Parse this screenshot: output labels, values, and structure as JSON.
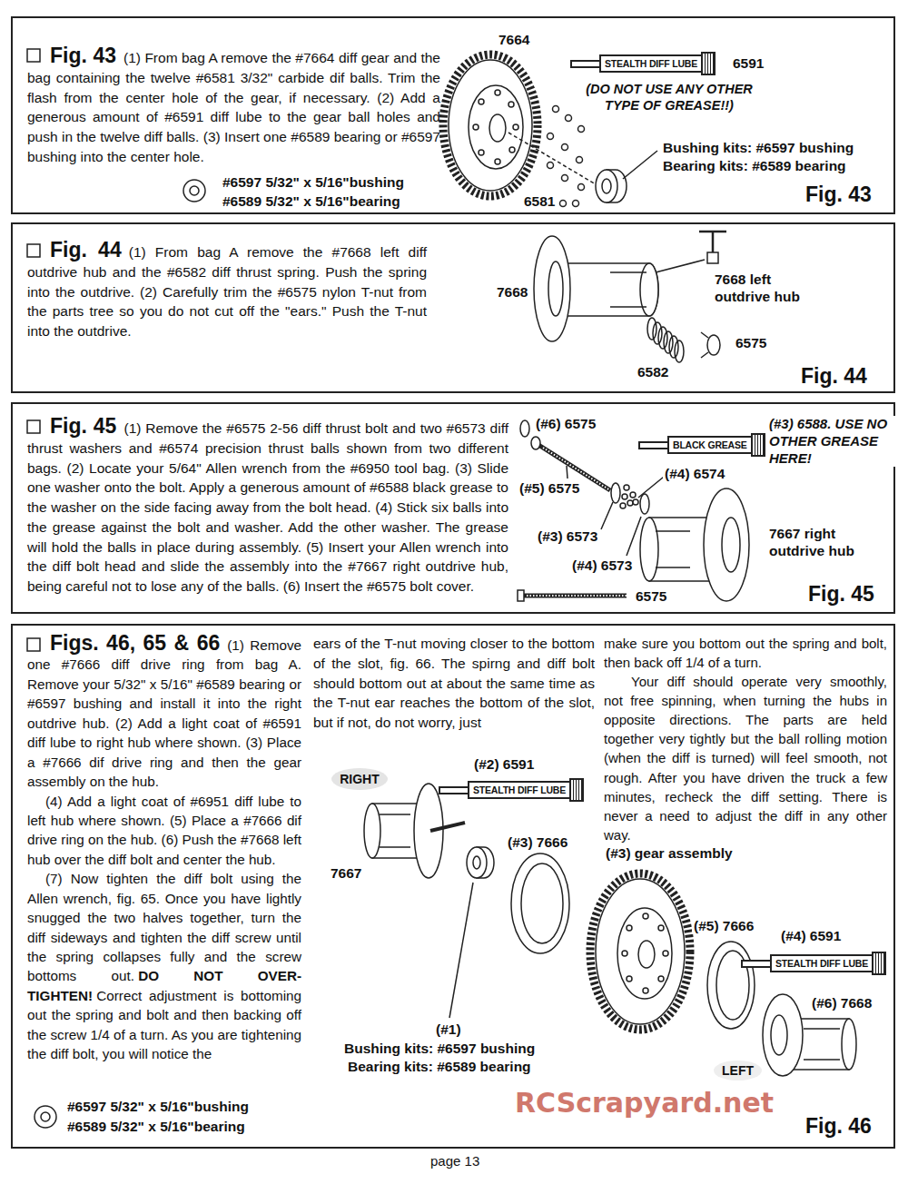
{
  "diagram": {
    "nodes": [
      {
        "text": [
          "Fig. 43",
          "(1) From bag A remove the #7664 diff gear and the bag containing the twelve #6581 3/32\" carbide dif balls. Trim the flash from the center hole of the gear, if necessary. (2) Add a generous amount of #6591 diff lube to the gear ball holes and push in the twelve diff balls. (3) Insert one #6589 bearing or #6597 bushing into the center hole."
        ]
      },
      {
        "text": [
          "STEALTH DIFF LUBE"
        ],
        "in": 0
      },
      {
        "text": [
          "Fig. 44",
          "(1) From bag A remove the #7668 left diff outdrive hub and the #6582 diff thrust spring. Push the spring into the outdrive. (2) Carefully trim the #6575 nylon T-nut from the parts tree so you do not cut off the \"ears.\" Push the T-nut into the outdrive."
        ]
      },
      {
        "text": [
          "Fig. 45",
          "(1) Remove the #6575 2-56 diff thrust bolt and two #6573 diff thrust washers and #6574 precision thrust balls shown from two different bags. (2) Locate your 5/64\" Allen wrench from the #6950 tool bag. (3) Slide one washer onto the bolt. Apply a generous amount of #6588 black grease to the washer on the side facing away from the bolt head. (4) Stick six balls into the grease against the bolt and washer. Add the other washer. The grease will hold the balls in place during assembly. (5) Insert your Allen wrench into the diff bolt head and slide the assembly into the #7667 right outdrive hub, being careful not to lose any of the balls. (6) Insert the #6575 bolt cover."
        ]
      },
      {
        "text": [
          "BLACK GREASE"
        ],
        "in": 3
      },
      {
        "text": [
          "Figs. 46, 65 & 66",
          "(1) Remove one #7666 diff drive ring from bag A. Remove your 5/32\" x 5/16\" #6589 bearing or #6597 bushing and install it into the right outdrive hub. (2) Add a light coat of #6591 diff lube to right hub where shown. (3) Place a #7666 dif drive ring and then the gear assembly on the hub.",
          "(4) Add a light coat of #6951 diff lube to left hub where shown. (5) Place a #7666 dif drive ring on the hub. (6) Push the #7668 left hub over the diff bolt and center the hub.",
          "(7) Now tighten the diff bolt using the Allen wrench, fig. 65. Once you have lightly snugged the two halves together, turn the diff sideways and tighten the diff screw until the spring collapses fully and the screw bottoms out.",
          "DO NOT OVER-TIGHTEN!",
          "Correct adjustment is bottoming out the spring and bolt and then backing off the screw 1/4 of a turn. As you are tightening the diff bolt, you will notice the",
          "ears of the T-nut moving closer to the bottom of the slot, fig. 66. The spirng and diff bolt should bottom out at about the same time as the T-nut ear reaches the bottom of the slot, but if not, do not worry, just",
          "make sure you bottom out the spring and bolt, then back off 1/4 of a turn.",
          "Your diff should operate very smoothly, not free spinning, when turning the hubs in opposite directions. The parts are held together very tightly but the ball rolling motion (when the diff is turned) will feel smooth, not rough. After you have driven the truck a few minutes, recheck the diff setting. There is never a need to adjust the diff in any other way."
        ]
      },
      {
        "text": [
          "RIGHT"
        ],
        "in": 5
      },
      {
        "text": [
          "STEALTH DIFF LUBE"
        ],
        "in": 5
      },
      {
        "text": [
          "STEALTH DIFF LUBE"
        ],
        "in": 5
      },
      {
        "text": [
          "LEFT"
        ],
        "in": 5
      }
    ],
    "labels": [
      "7664",
      "6591",
      "(DO NOT USE ANY OTHER TYPE OF GREASE!!)",
      "Bushing kits: #6597 bushing",
      "Bearing kits: #6589 bearing",
      "6581",
      "#6597 5/32\" x 5/16\"bushing",
      "#6589 5/32\" x 5/16\"bearing",
      "Fig. 43",
      "7668",
      "7668 left outdrive hub",
      "6575",
      "6582",
      "Fig. 44",
      "(#6) 6575",
      "(#3) 6588. USE NO OTHER GREASE HERE!",
      "(#4) 6574",
      "(#5) 6575",
      "(#3) 6573",
      "7667 right outdrive hub",
      "(#4) 6573",
      "6575",
      "Fig. 45",
      "(#2) 6591",
      "7667",
      "(#3) 7666",
      "(#3) gear assembly",
      "(#5) 7666",
      "(#4) 6591",
      "(#6) 7668",
      "(#1)",
      "Bushing kits: #6597 bushing",
      "Bearing kits: #6589 bearing",
      "#6597 5/32\" x 5/16\"bushing",
      "#6589 5/32\" x 5/16\"bearing",
      "Fig. 46",
      "RCScrapyard.net",
      "page 13"
    ]
  }
}
